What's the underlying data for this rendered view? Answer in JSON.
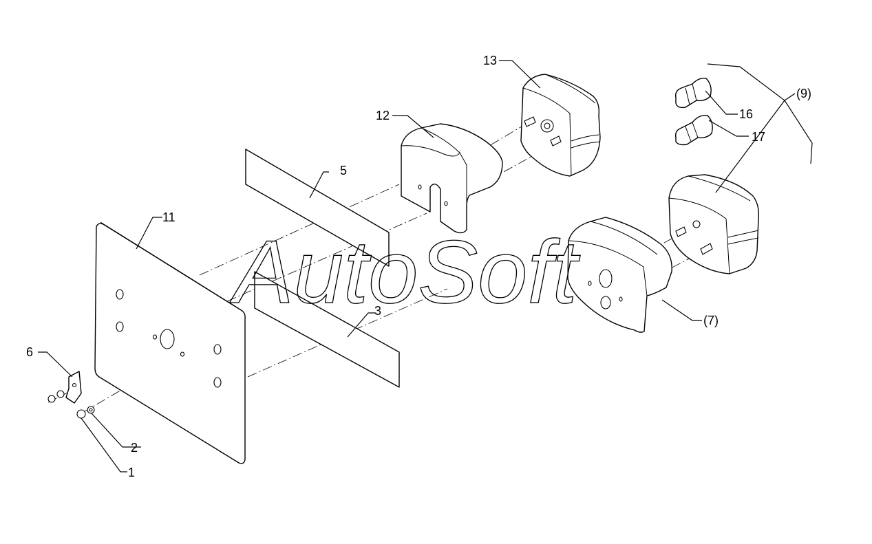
{
  "watermark": "AutoSoft",
  "labels": {
    "p1": "1",
    "p2": "2",
    "p3": "3",
    "p5": "5",
    "p6": "6",
    "p7": "(7)",
    "p9": "(9)",
    "p11": "11",
    "p12": "12",
    "p13": "13",
    "p16": "16",
    "p17": "17"
  }
}
